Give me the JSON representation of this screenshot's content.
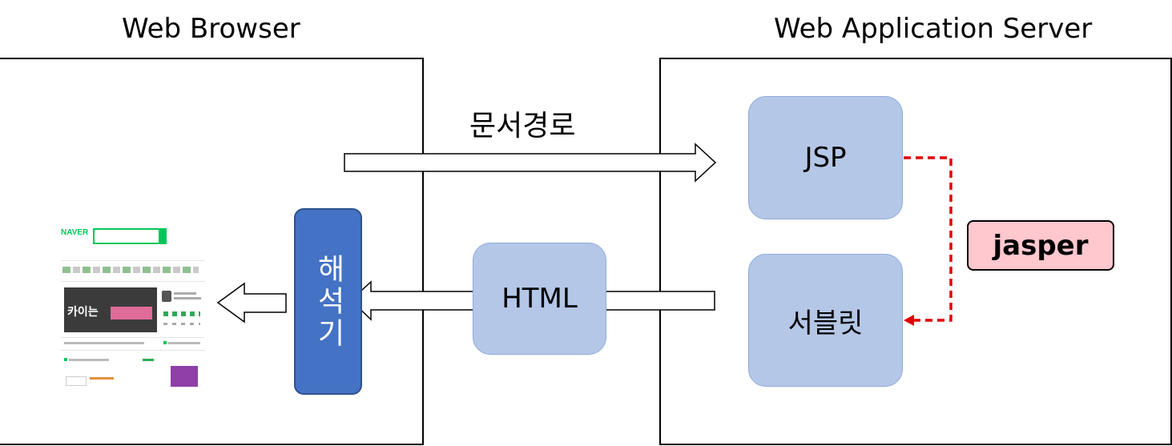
{
  "titles": {
    "browser": "Web Browser",
    "server": "Web Application Server"
  },
  "nodes": {
    "parser": "해석기",
    "html": "HTML",
    "jsp": "JSP",
    "servlet": "서블릿",
    "jasper": "jasper"
  },
  "labels": {
    "request": "문서경로"
  },
  "thumbnail": {
    "logo": "NAVER",
    "banner": "카이는"
  },
  "colors": {
    "node_fill": "#b4c7e7",
    "node_border": "#8faadc",
    "parser_fill": "#4472c4",
    "jasper_fill": "#ffc7ce",
    "dashed_arrow": "#e00000"
  }
}
